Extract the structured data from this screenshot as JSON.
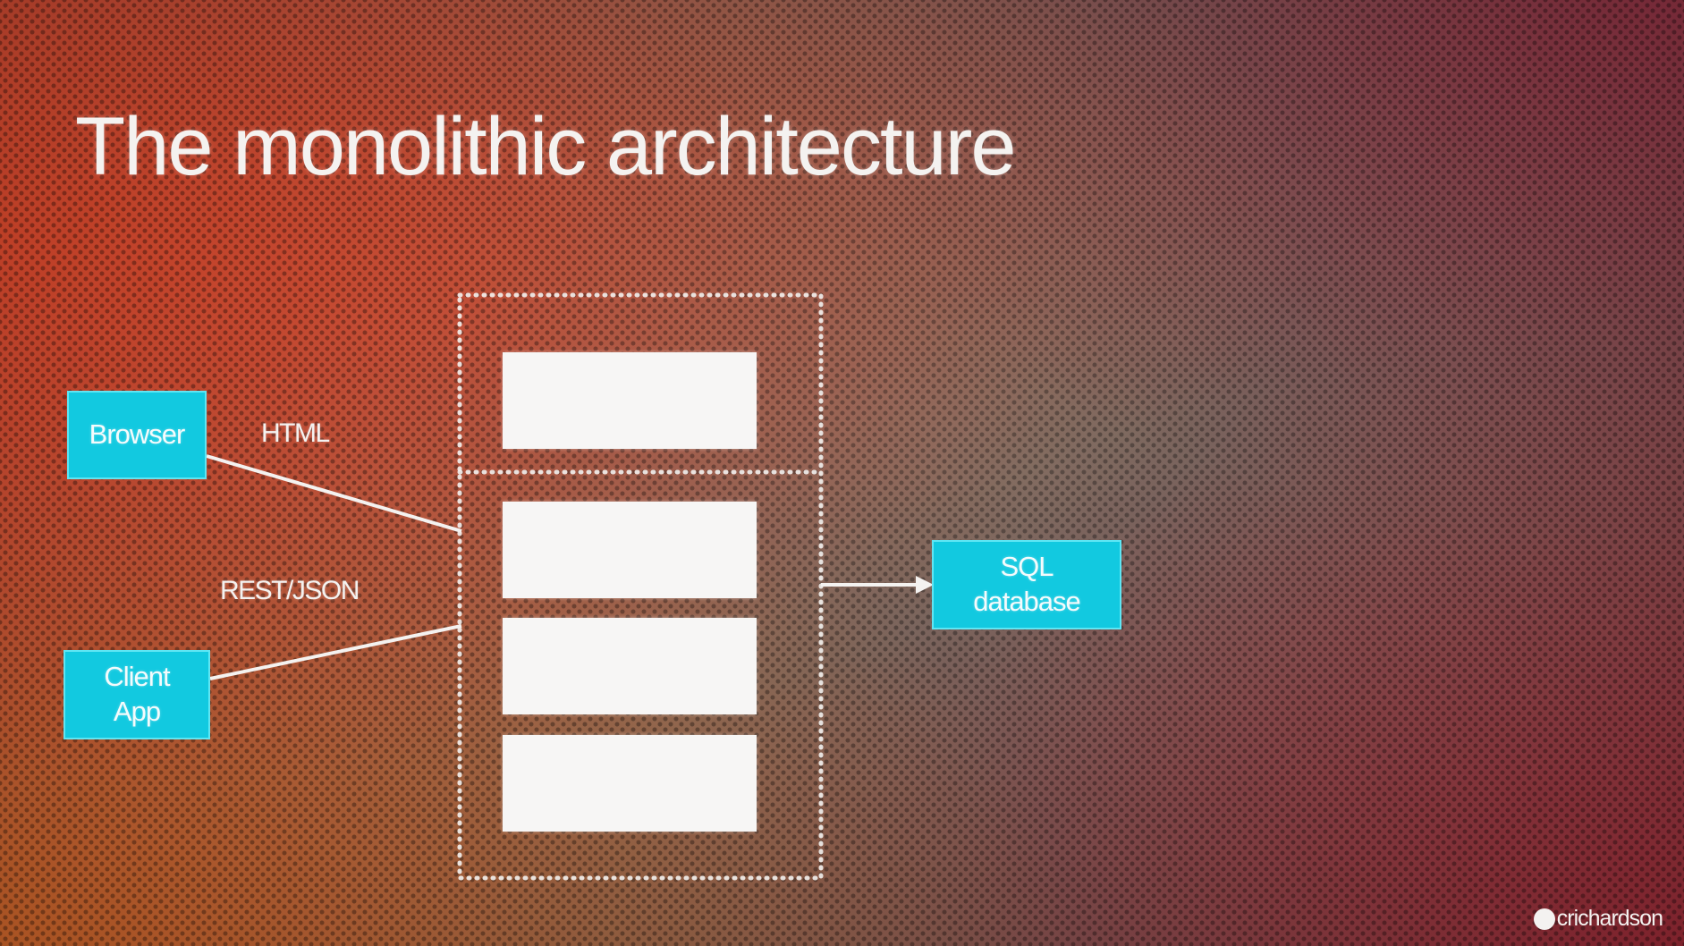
{
  "slide": {
    "title": "The monolithic architecture"
  },
  "diagram": {
    "nodes": {
      "browser": "Browser",
      "client_app": [
        "Client",
        "App"
      ],
      "sql_database": [
        "SQL",
        "database"
      ]
    },
    "edge_labels": {
      "html": "HTML",
      "rest_json": "REST/JSON"
    },
    "module_blocks": 4,
    "colors": {
      "node_fill": "#12c9e0",
      "module_fill": "#f7f6f5",
      "line": "#f4f2f0"
    }
  },
  "footer": {
    "handle": "crichardson"
  }
}
